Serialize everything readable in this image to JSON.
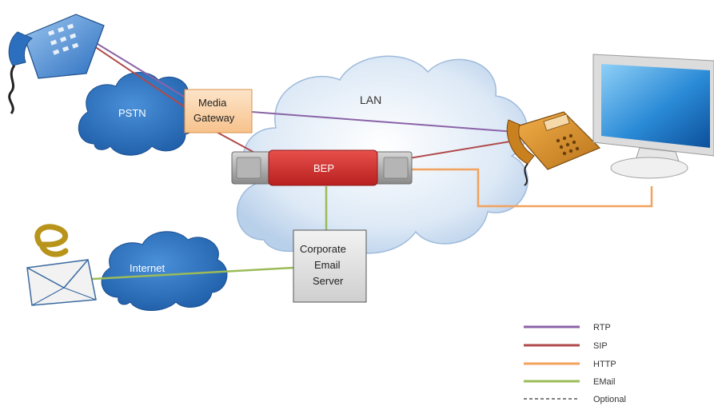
{
  "clouds": {
    "pstn": "PSTN",
    "lan": "LAN",
    "internet": "Internet"
  },
  "nodes": {
    "media_gateway": [
      "Media",
      "Gateway"
    ],
    "bep": "BEP",
    "email_server": [
      "Corporate",
      "Email",
      "Server"
    ]
  },
  "icons": {
    "desk_phone": "desk-phone-icon",
    "ip_phone": "ip-phone-icon",
    "monitor": "monitor-icon",
    "email_client": "email-envelope-icon"
  },
  "legend": [
    {
      "label": "RTP",
      "color": "#8b63a8",
      "dashed": false
    },
    {
      "label": "SIP",
      "color": "#b04a4a",
      "dashed": false
    },
    {
      "label": "HTTP",
      "color": "#f2a25c",
      "dashed": false
    },
    {
      "label": "EMail",
      "color": "#9bbb59",
      "dashed": false
    },
    {
      "label": "Optional",
      "color": "#333333",
      "dashed": true
    }
  ],
  "colors": {
    "rtp": "#8b63a8",
    "sip": "#b04a4a",
    "http": "#f2a25c",
    "email": "#9bbb59",
    "pstn_cloud": "#2f78c4",
    "lan_cloud": "#d7e6f5",
    "bep": "#d9302e",
    "gateway": "#fbd9b5"
  }
}
